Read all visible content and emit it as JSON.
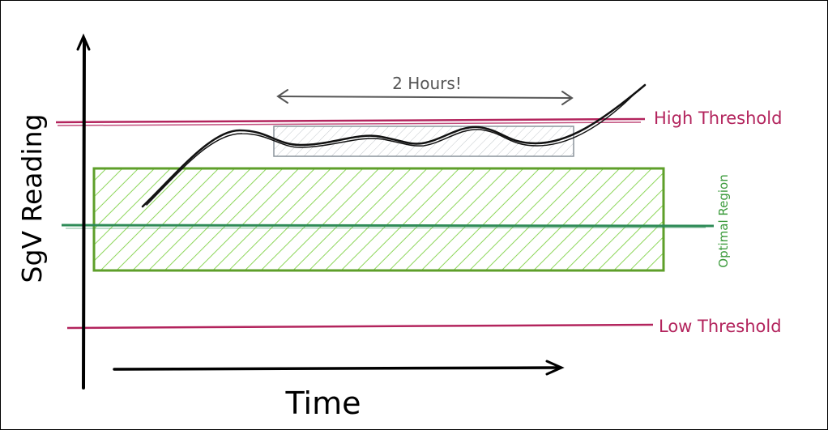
{
  "axes": {
    "y_label": "SgV Reading",
    "x_label": "Time"
  },
  "annotations": {
    "duration_label": "2 Hours!",
    "high_threshold_label": "High Threshold",
    "low_threshold_label": "Low Threshold",
    "optimal_region_label": "Optimal Region"
  },
  "colors": {
    "threshold": "#b3245d",
    "optimal_fill": "#7ac943",
    "optimal_border": "#5e9f2a",
    "optimal_line": "#2e8b57",
    "optimal_text": "#3a9a3a",
    "axis": "#000000",
    "highlight_box": "#8a939b",
    "arrow": "#555555"
  }
}
